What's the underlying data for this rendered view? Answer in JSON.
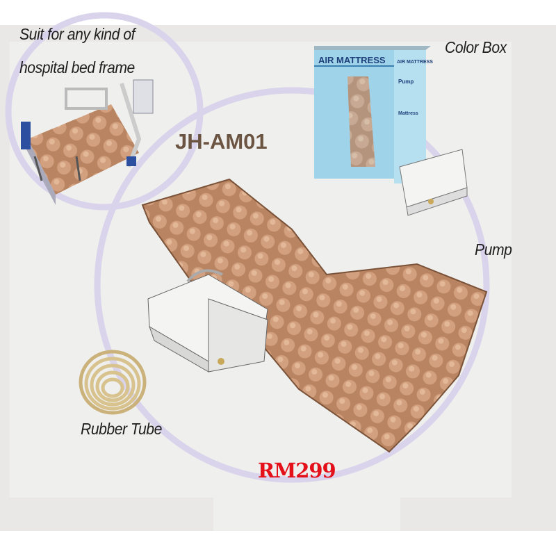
{
  "labels": {
    "bed_line1": "Suit for any kind of",
    "bed_line2": "hospital bed frame",
    "color_box": "Color Box",
    "pump": "Pump",
    "rubber_tube": "Rubber Tube"
  },
  "model": "JH-AM01",
  "price": "RM299",
  "box": {
    "front_title": "AIR MATTRESS",
    "side_title": "AIR MATTRESS",
    "side_pump": "Pump",
    "side_mattress": "Mattress"
  },
  "colors": {
    "circle": "#d9d3ec",
    "mattress": "#c4906c",
    "price": "#e4111b",
    "model": "#6b5441",
    "box": "#9fd3ea"
  }
}
